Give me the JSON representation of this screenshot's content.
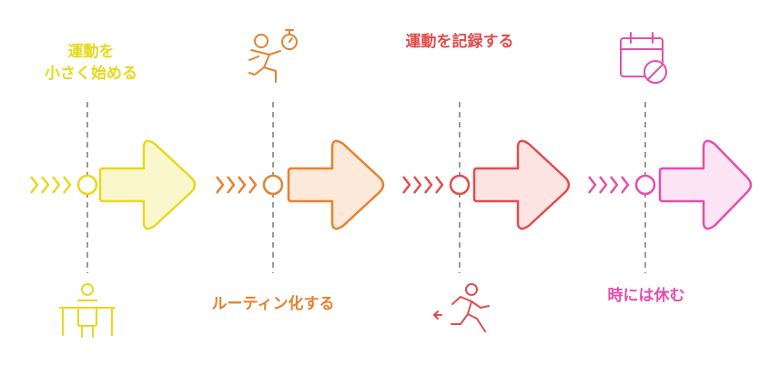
{
  "steps": [
    {
      "id": "start-small",
      "label_lines": [
        "運動を",
        "小さく始める"
      ],
      "color": "#e8d81c",
      "fill": "#fbf7cc",
      "icon": "pull-up-bar-icon"
    },
    {
      "id": "make-routine",
      "label_lines": [
        "ルーティン化する"
      ],
      "color": "#e5822f",
      "fill": "#fde9da",
      "icon": "running-with-stopwatch-icon"
    },
    {
      "id": "record-exercise",
      "label_lines": [
        "運動を記録する"
      ],
      "color": "#e04d4d",
      "fill": "#fde3e1",
      "icon": "runner-with-arrow-icon"
    },
    {
      "id": "take-rest",
      "label_lines": [
        "時には休む"
      ],
      "color": "#e24fae",
      "fill": "#fde4f4",
      "icon": "calendar-cancel-icon"
    }
  ]
}
